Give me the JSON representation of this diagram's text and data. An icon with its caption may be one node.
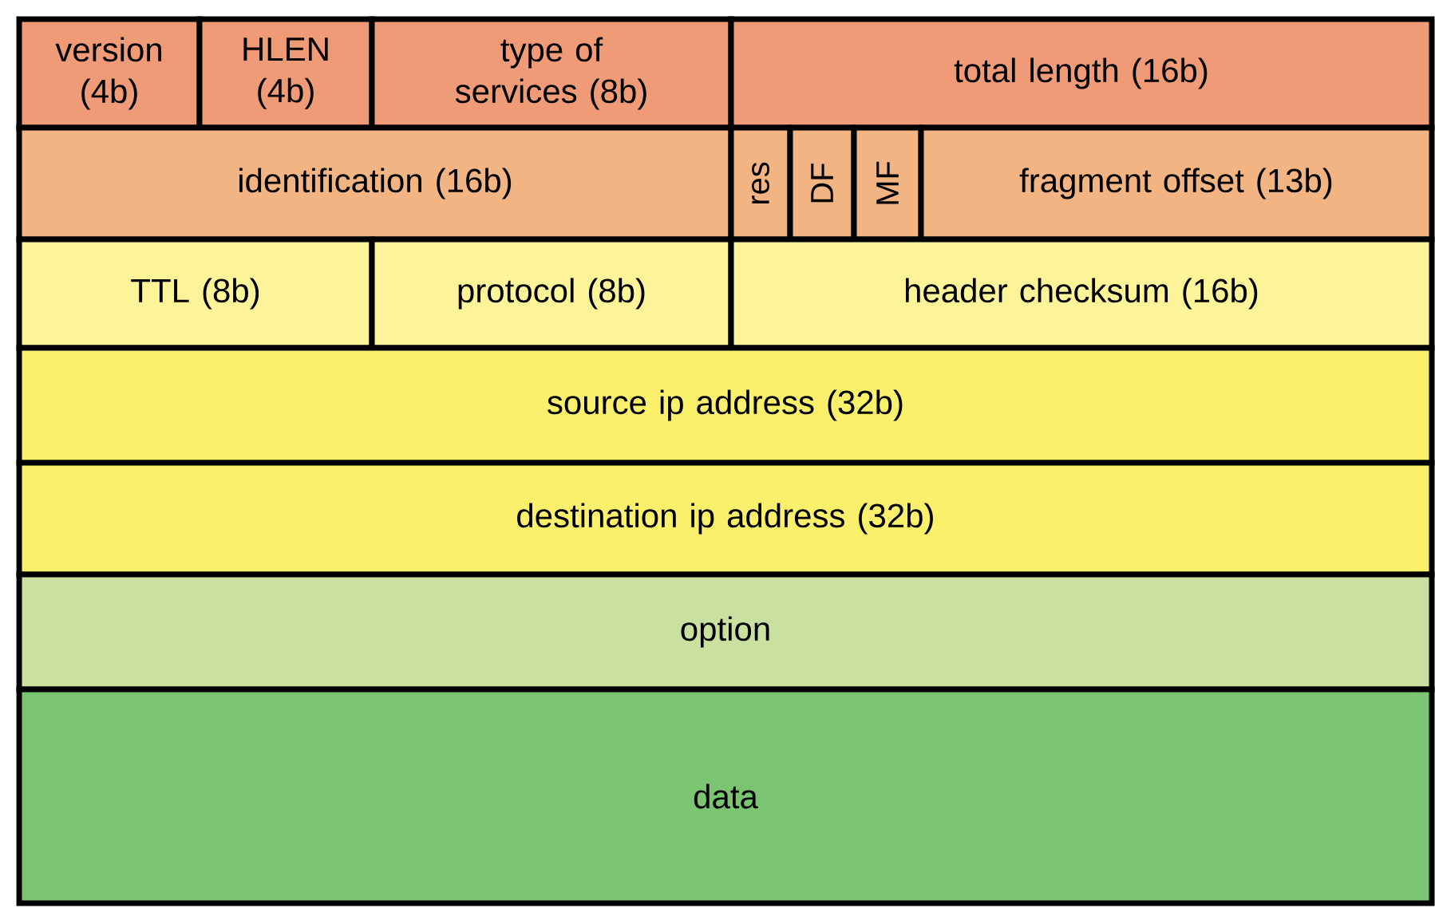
{
  "diagram": {
    "nodes": [
      {
        "text": [
          "version (4b)"
        ]
      },
      {
        "text": [
          "HLEN (4b)"
        ]
      },
      {
        "text": [
          "type of services (8b)"
        ]
      },
      {
        "text": [
          "total length (16b)"
        ]
      },
      {
        "text": [
          "identification (16b)"
        ]
      },
      {
        "text": [
          "res"
        ]
      },
      {
        "text": [
          "DF"
        ]
      },
      {
        "text": [
          "MF"
        ]
      },
      {
        "text": [
          "fragment offset (13b)"
        ]
      },
      {
        "text": [
          "TTL (8b)"
        ]
      },
      {
        "text": [
          "protocol (8b)"
        ]
      },
      {
        "text": [
          "header checksum (16b)"
        ]
      },
      {
        "text": [
          "source ip address (32b)"
        ]
      },
      {
        "text": [
          "destination ip address (32b)"
        ]
      },
      {
        "text": [
          "option"
        ]
      },
      {
        "text": [
          "data"
        ]
      }
    ]
  }
}
